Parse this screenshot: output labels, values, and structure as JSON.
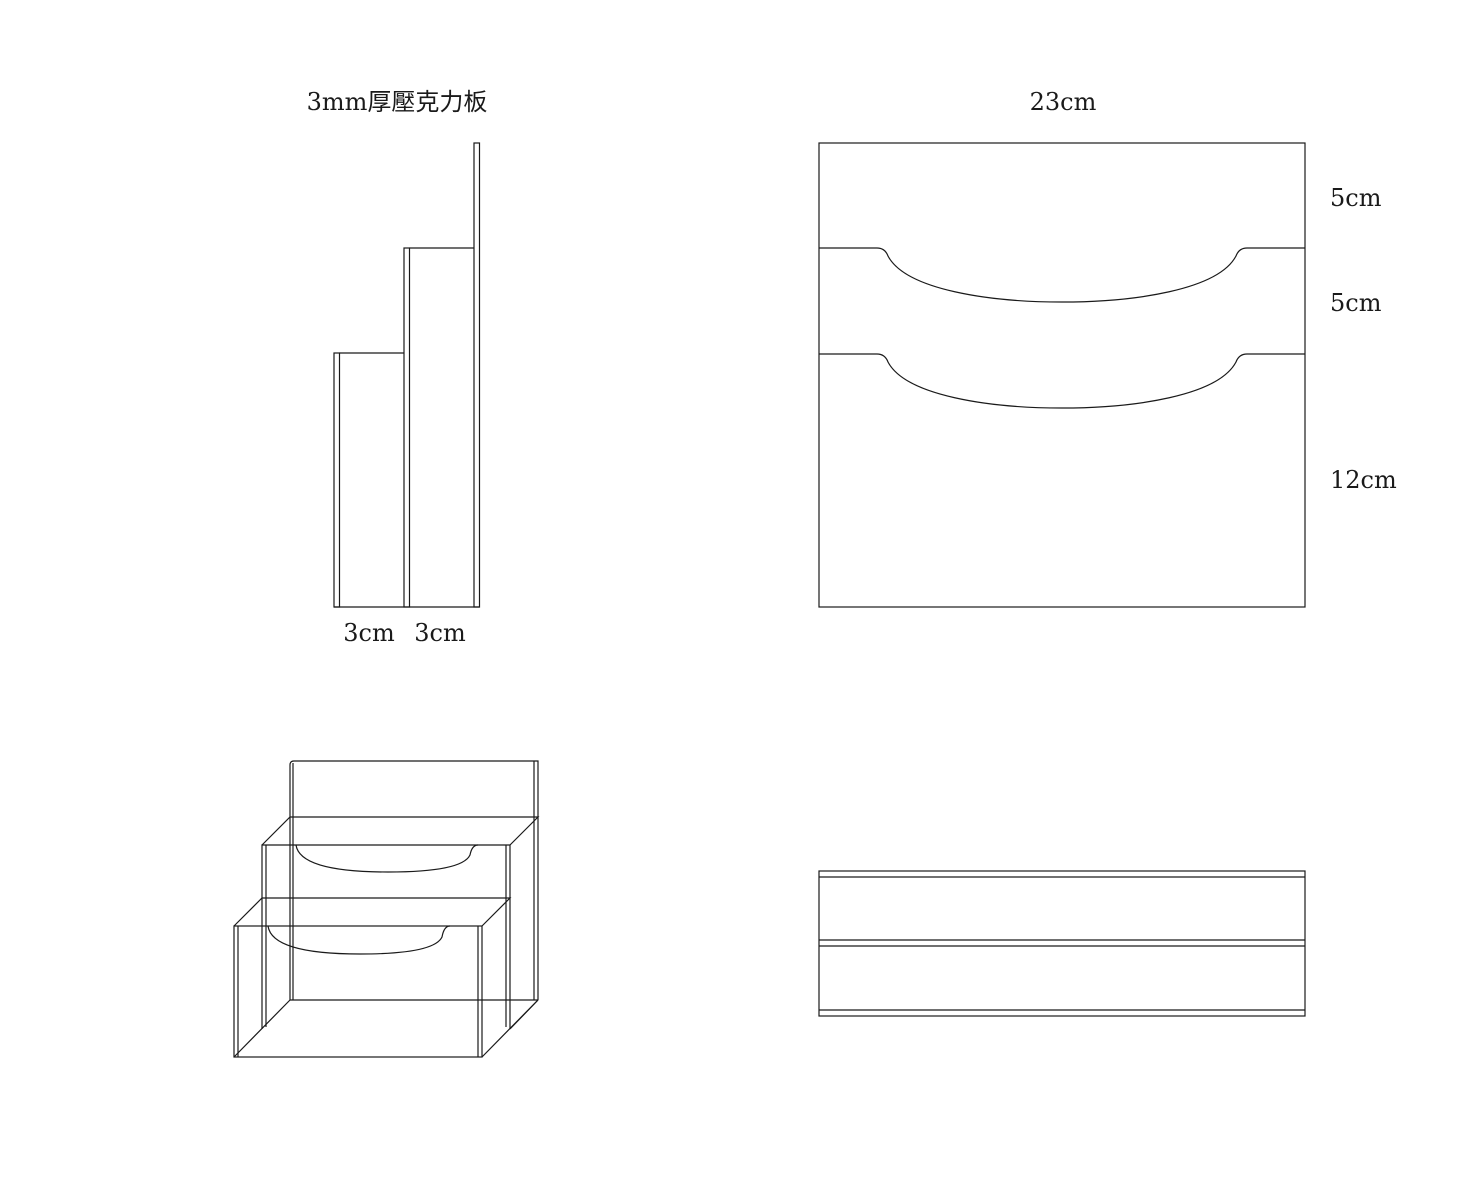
{
  "labels": {
    "material": "3mm厚壓克力板",
    "width": "23cm",
    "tier_depth_1": "3cm",
    "tier_depth_2": "3cm",
    "top_gap": "5cm",
    "middle_gap": "5cm",
    "bottom_height": "12cm"
  },
  "colors": {
    "line": "#1a1a1a",
    "background": "#ffffff"
  }
}
